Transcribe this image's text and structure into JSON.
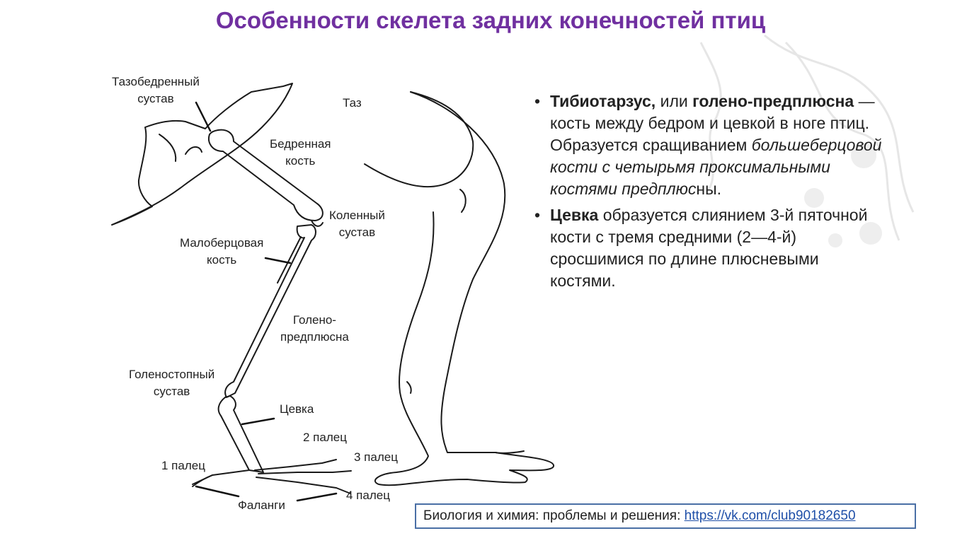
{
  "title": "Особенности скелета задних конечностей птиц",
  "labels": {
    "hip_joint_1": "Тазобедренный",
    "hip_joint_2": "сустав",
    "pelvis": "Таз",
    "femur_1": "Бедренная",
    "femur_2": "кость",
    "knee_1": "Коленный",
    "knee_2": "сустав",
    "fibula_1": "Малоберцовая",
    "fibula_2": "кость",
    "tibiotarsus_1": "Голено-",
    "tibiotarsus_2": "предплюсна",
    "ankle_1": "Голеностопный",
    "ankle_2": "сустав",
    "tarsometatarsus": "Цевка",
    "toe2": "2 палец",
    "toe3": "3 палец",
    "toe1": "1 палец",
    "toe4": "4 палец",
    "phalanges": "Фаланги"
  },
  "bullets": [
    {
      "b1": "Тибиотарзус,",
      "t1": " или ",
      "b2": "голено-предплюсна",
      "t2": " — кость между бедром и цевкой в ноге птиц. Образуется сращиванием ",
      "i1": "большеберцовой кости с четырьмя проксимальными костями предплюс",
      "t3": "ны."
    },
    {
      "b1": "Цевка",
      "t1": " образуется слиянием 3-й пяточной кости с тремя средними (2—4-й) сросшимися по длине плюсневыми костями."
    }
  ],
  "footer": {
    "text": "Биология и химия: проблемы и решения: ",
    "link": "https://vk.com/club90182650"
  },
  "colors": {
    "title": "#7030a0",
    "link": "#1f4fa8",
    "footer_border": "#4a6fa5"
  }
}
